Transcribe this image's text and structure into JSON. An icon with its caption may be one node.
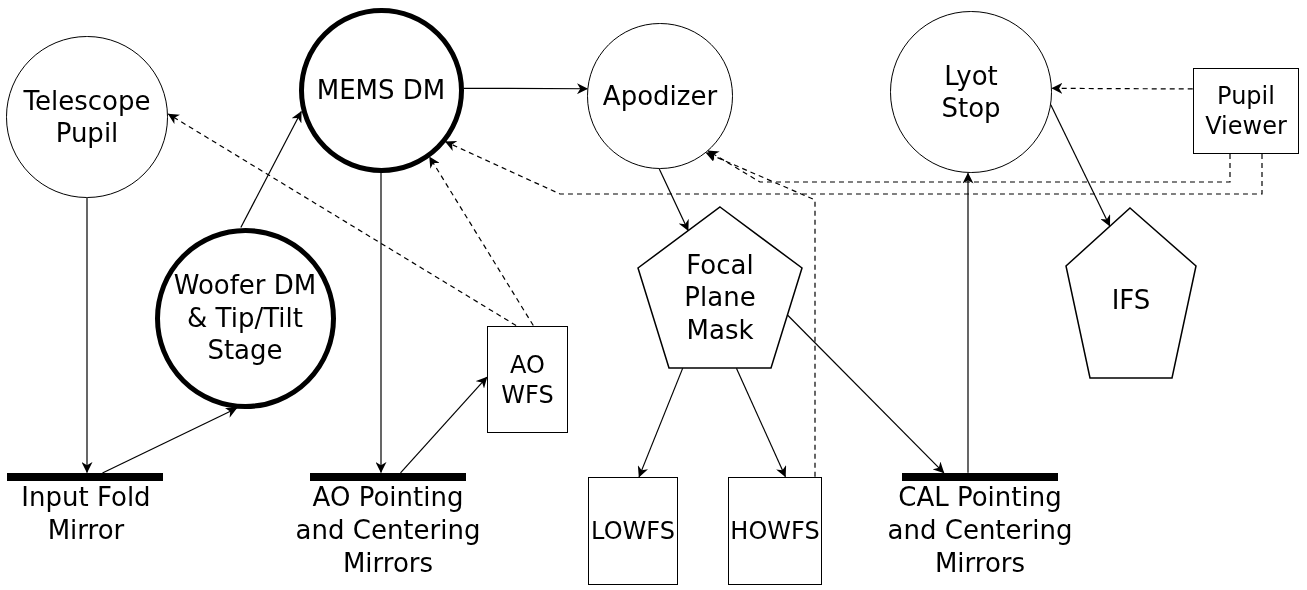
{
  "diagram": {
    "nodes": [
      {
        "text": [
          "Telescope Pupil"
        ]
      },
      {
        "text": [
          "MEMS DM"
        ]
      },
      {
        "text": [
          "Apodizer"
        ]
      },
      {
        "text": [
          "Lyot Stop"
        ]
      },
      {
        "text": [
          "Pupil Viewer"
        ]
      },
      {
        "text": [
          "Woofer DM & Tip/Tilt Stage"
        ]
      },
      {
        "text": [
          "AO WFS"
        ]
      },
      {
        "text": [
          "Focal Plane Mask"
        ]
      },
      {
        "text": [
          "IFS"
        ]
      },
      {
        "text": [
          "Input Fold Mirror"
        ]
      },
      {
        "text": [
          "AO Pointing and Centering Mirrors"
        ]
      },
      {
        "text": [
          "LOWFS"
        ]
      },
      {
        "text": [
          "HOWFS"
        ]
      },
      {
        "text": [
          "CAL Pointing and Centering Mirrors"
        ]
      }
    ],
    "edges": [
      {
        "from": 0,
        "to": 9,
        "arrow": "to"
      },
      {
        "from": 9,
        "to": 5,
        "arrow": "to"
      },
      {
        "from": 5,
        "to": 1,
        "arrow": "to"
      },
      {
        "from": 1,
        "to": 10,
        "arrow": "to"
      },
      {
        "from": 10,
        "to": 6,
        "arrow": "to"
      },
      {
        "from": 6,
        "to": 0,
        "arrow": "to",
        "style": "dashed"
      },
      {
        "from": 6,
        "to": 1,
        "arrow": "to",
        "style": "dashed"
      },
      {
        "from": 1,
        "to": 2,
        "arrow": "to"
      },
      {
        "from": 2,
        "to": 7,
        "arrow": "to"
      },
      {
        "from": 12,
        "to": 2,
        "arrow": "to",
        "style": "dashed"
      },
      {
        "from": 7,
        "to": 11,
        "arrow": "to"
      },
      {
        "from": 7,
        "to": 12,
        "arrow": "to"
      },
      {
        "from": 7,
        "to": 13,
        "arrow": "to"
      },
      {
        "from": 13,
        "to": 3,
        "arrow": "to"
      },
      {
        "from": 3,
        "to": 8,
        "arrow": "to"
      },
      {
        "from": 4,
        "to": 3,
        "arrow": "to",
        "style": "dashed"
      },
      {
        "from": 4,
        "to": 2,
        "arrow": "to",
        "style": "dashed"
      },
      {
        "from": 4,
        "to": 1,
        "arrow": "to",
        "style": "dashed"
      }
    ]
  }
}
